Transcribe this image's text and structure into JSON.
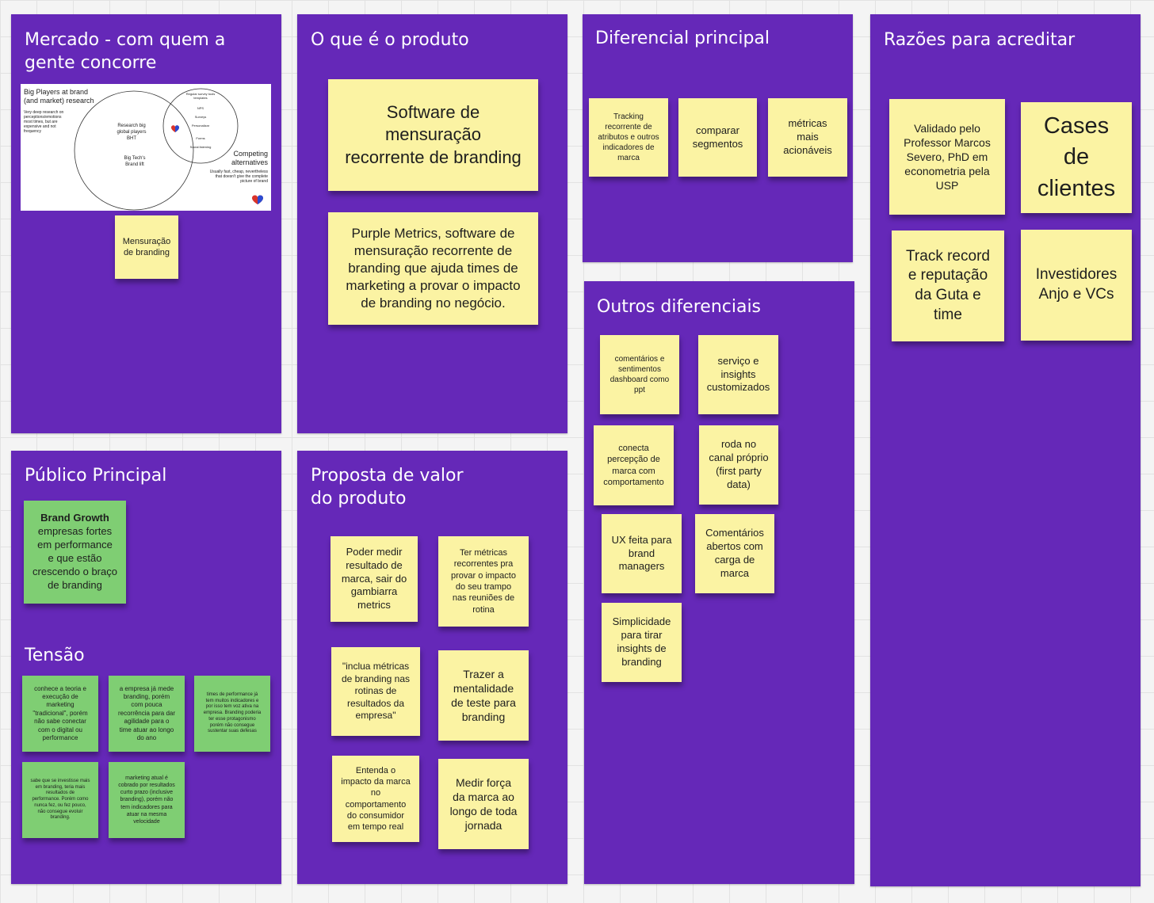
{
  "frames": {
    "mercado": {
      "title": "Mercado - com quem a\ngente concorre"
    },
    "produto": {
      "title": "O que é o produto"
    },
    "diferencial": {
      "title": "Diferencial principal"
    },
    "razoes": {
      "title": "Razões para acreditar"
    },
    "publico": {
      "title": "Público Principal"
    },
    "tensao": {
      "title": "Tensão"
    },
    "proposta": {
      "title": "Proposta de valor\ndo produto"
    },
    "outros": {
      "title": "Outros diferenciais"
    }
  },
  "venn": {
    "heading": "Big Players at brand\n(and market) research",
    "subtext": "Very deep research on\nperceptions/emotions\nmost times, but are\nexpensive and not\nfrequency",
    "center_big": "Research big\nglobal players\nBHT",
    "big_tech": "Big Tech's\nBrand lift",
    "small_1": "Regular survey tools\ntemplates",
    "small_2": "NPS",
    "small_3": "Surveys",
    "small_4": "Personalizar",
    "small_5": "Forms",
    "small_6": "Social listening",
    "competing": "Competing\nalternatives",
    "competing_sub": "Usually fast, cheap, nevertheless\nthat doesn't give the complete\npicture of brand"
  },
  "mercado_stickies": [
    "Mensuração\nde branding"
  ],
  "produto_stickies": [
    "Software de\nmensuração\nrecorrente de branding",
    "Purple Metrics, software de\nmensuração recorrente de\nbranding que ajuda times de\nmarketing a provar o impacto\nde branding no negócio."
  ],
  "diferencial_stickies": [
    "Tracking\nrecorrente de\natributos e outros\nindicadores de\nmarca",
    "comparar\nsegmentos",
    "métricas\nmais\nacionáveis"
  ],
  "razoes_stickies": [
    "Validado pelo\nProfessor Marcos\nSevero, PhD em\neconometria pela\nUSP",
    "Cases\nde\nclientes",
    "Track record\ne reputação\nda Guta e\ntime",
    "Investidores\nAnjo e VCs"
  ],
  "publico_sticky": {
    "bold": "Brand Growth",
    "text": "empresas fortes\nem performance\ne que estão\ncrescendo o braço\nde branding"
  },
  "tensao_stickies": [
    "conhece a teoria e\nexecução de\nmarketing\n\"tradicional\", porém\nnão sabe conectar\ncom o digital ou\nperformance",
    "a empresa já mede\nbranding, porém\ncom pouca\nrecorrência para dar\nagilidade para o\ntime atuar ao longo\ndo ano",
    "times de performance já\ntem muitos indicadores e\npor isso tem voz ativa na\nempresa. Branding poderia\nter esse protagonismo\nporém não consegue\nsustentar suas defesas",
    "sabe que se investisse mais\nem branding, teria mais\nresultados de\nperformance. Porém como\nnunca fez, ou fez pouco,\nnão consegue evoluir\nbranding.",
    "marketing atual é\ncobrado por resultados\ncurto prazo (inclusive\nbranding), porém não\ntem indicadores para\natuar na mesma\nvelocidade"
  ],
  "proposta_stickies": [
    "Poder medir\nresultado de\nmarca, sair do\ngambiarra\nmetrics",
    "Ter métricas\nrecorrentes pra\nprovar o impacto\ndo seu trampo\nnas reuniões de\nrotina",
    "\"inclua métricas\nde branding nas\nrotinas de\nresultados da\nempresa\"",
    "Trazer a\nmentalidade\nde teste para\nbranding",
    "Entenda o\nimpacto da marca\nno\ncomportamento\ndo consumidor\nem tempo real",
    "Medir força\nda marca ao\nlongo de toda\njornada"
  ],
  "outros_stickies": [
    "comentários e\nsentimentos\ndashboard como\nppt",
    "serviço e\ninsights\ncustomizados",
    "conecta\npercepção de\nmarca com\ncomportamento",
    "roda  no\ncanal próprio\n(first party\ndata)",
    "UX feita para\nbrand\nmanagers",
    "Comentários\nabertos com\ncarga de\nmarca",
    "Simplicidade\npara tirar\ninsights de\nbranding"
  ],
  "colors": {
    "frame": "#6528b8",
    "sticky_yellow": "#fbf3a3",
    "sticky_green": "#7fce73",
    "canvas": "#f4f4f4"
  }
}
